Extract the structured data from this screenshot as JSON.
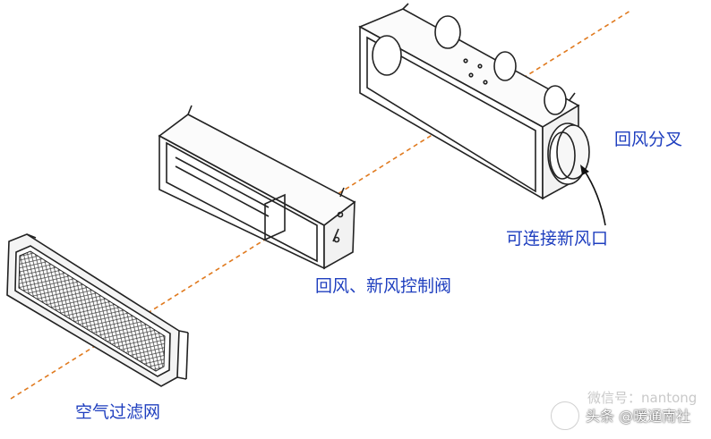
{
  "labels": {
    "filter": "空气过滤网",
    "valve": "回风、新风控制阀",
    "fresh_air_port": "可连接新风口",
    "return_split": "回风分叉"
  },
  "watermark": {
    "line1": "微信号：nantong",
    "line2": "头条 @暖通南社"
  },
  "colors": {
    "label_text": "#1f3fbf",
    "dashed_axis": "#e07a1f",
    "line_art": "#222222"
  }
}
